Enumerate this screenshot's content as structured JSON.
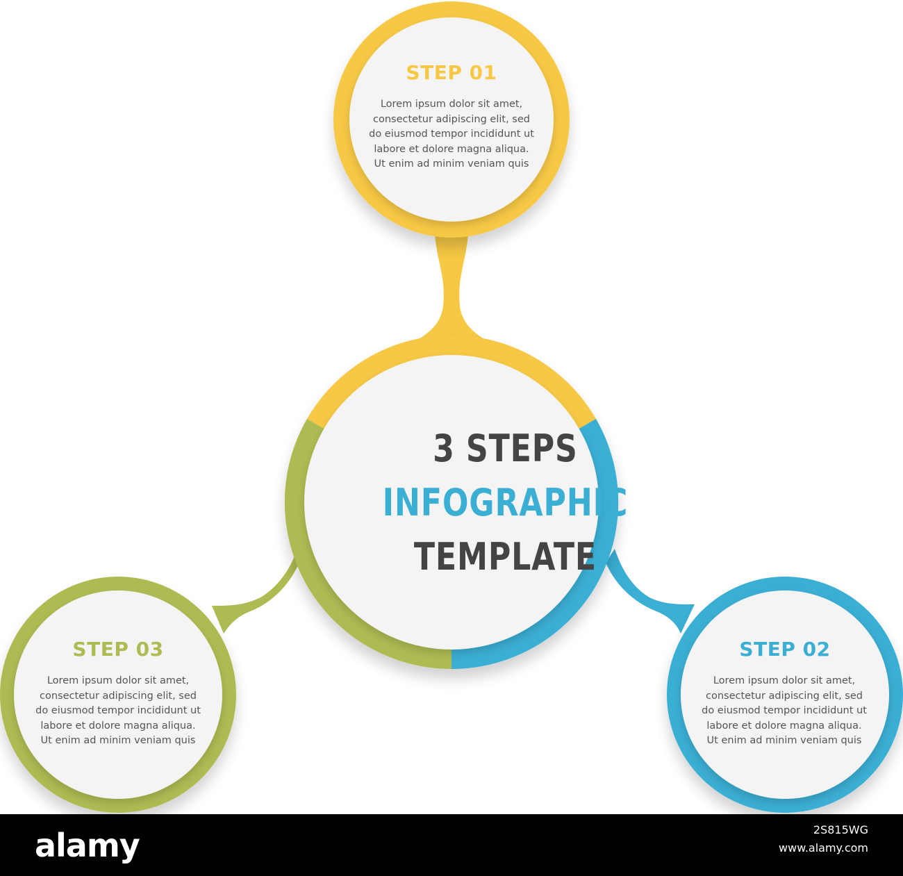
{
  "colors": {
    "yellow": "#F6C844",
    "yellow_dark": "#E5B533",
    "blue": "#3AAED3",
    "blue_dark": "#2E9CC0",
    "green": "#AEBB52",
    "green_dark": "#98A544",
    "inner_fill": "#F4F4F4",
    "text_dark": "#444444",
    "text_body": "#555555"
  },
  "center": {
    "line1": "3 STEPS",
    "line2": "INFOGRAPHIC",
    "line3": "TEMPLATE"
  },
  "steps": [
    {
      "title": "STEP 01",
      "color": "#F6C844",
      "lines": [
        "Lorem ipsum dolor sit amet,",
        "consectetur adipiscing elit, sed",
        "do eiusmod tempor incididunt ut",
        "labore et dolore magna aliqua.",
        "Ut enim ad minim veniam quis"
      ]
    },
    {
      "title": "STEP 02",
      "color": "#3AAED3",
      "lines": [
        "Lorem ipsum dolor sit amet,",
        "consectetur adipiscing elit, sed",
        "do eiusmod tempor incididunt ut",
        "labore et dolore magna aliqua.",
        "Ut enim ad minim veniam quis"
      ]
    },
    {
      "title": "STEP 03",
      "color": "#AEBB52",
      "lines": [
        "Lorem ipsum dolor sit amet,",
        "consectetur adipiscing elit, sed",
        "do eiusmod tempor incididunt ut",
        "labore et dolore magna aliqua.",
        "Ut enim ad minim veniam quis"
      ]
    }
  ],
  "footer": {
    "logo": "alamy",
    "image_id": "2S815WG",
    "site": "www.alamy.com"
  }
}
